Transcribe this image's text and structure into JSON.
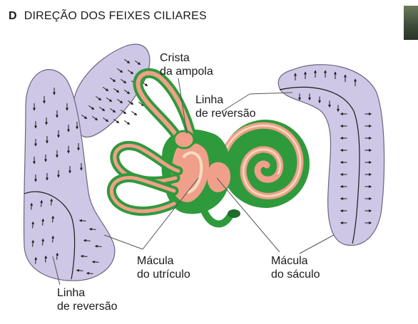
{
  "figure": {
    "panel_letter": "D",
    "title": "DIREÇÃO DOS FEIXES CILIARES"
  },
  "labels": {
    "crista_ampola": [
      "Crista",
      "da ampola"
    ],
    "linha_reversao_top": [
      "Linha",
      "de reversão"
    ],
    "macula_utriculo": [
      "Mácula",
      "do utrículo"
    ],
    "macula_saculo": [
      "Mácula",
      "do sáculo"
    ],
    "linha_reversao_bottom": [
      "Linha",
      "de reversão"
    ]
  },
  "colors": {
    "field_fill": "#cfc7e6",
    "field_stroke": "#6b6480",
    "labyrinth_green": "#2f9a3c",
    "labyrinth_salmon": "#f0a08a",
    "labyrinth_cream": "#f5dcc0",
    "labyrinth_dark": "#1f6d2a",
    "arrow": "#1a1a1a"
  }
}
